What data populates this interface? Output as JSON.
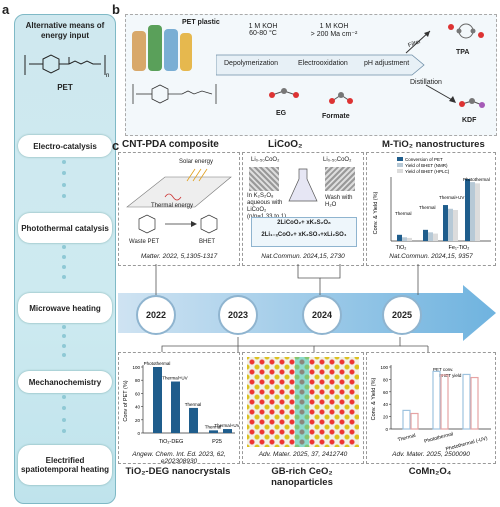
{
  "panel_a": {
    "label": "a",
    "title": "Alternative means of energy input",
    "molecule_label": "PET",
    "items": [
      "Electro-catalysis",
      "Photothermal catalysis",
      "Microwave heating",
      "Mechanochemistry",
      "Electrified spatiotemporal heating"
    ]
  },
  "panel_b": {
    "label": "b",
    "pet_plastic": "PET plastic",
    "cond1_a": "1 M KOH",
    "cond1_b": "60-80 °C",
    "cond2_a": "1 M KOH",
    "cond2_b": "> 200 Ma cm⁻²",
    "step1": "Depolymerization",
    "step2": "Electrooxidation",
    "step3": "pH adjustment",
    "filter": "Filter",
    "distill": "Distillation",
    "eg": "EG",
    "formate": "Formate",
    "tpa": "TPA",
    "kdf": "KDF"
  },
  "panel_c": {
    "label": "c",
    "box1": {
      "title": "CNT-PDA composite",
      "solar": "Solar energy",
      "thermal": "Thermal energy",
      "waste": "Waste PET",
      "bhet": "BHET",
      "citation": "Matter. 2022, 5,1305-1317"
    },
    "box2": {
      "title": "LiCoO₂",
      "left_label": "Li₀.₅₀CoO₂",
      "right_label": "Li₀.₅₀CoO₂",
      "solution": "In K₂S₂O₈ aqueous with LiCoO₂ (n/n=1.33 to 1)",
      "wash": "Wash with H₂O",
      "eq1": "2LiCoO₂+ xK₂S₂O₈",
      "eq2": "2Li₁₋ₓCoO₂+ xK₂SO₄+xLi₂SO₄",
      "citation": "Nat.Commun. 2024,15, 2730"
    },
    "box3": {
      "title": "M-TiO₂ nanostructures",
      "legend": [
        "Conversion of PET",
        "Yield of BHET (NMR)",
        "Yield of BHET (HPLC)"
      ],
      "ylabel": "Conv. & Yield (%)",
      "labels": [
        "Thermal",
        "Thermal",
        "Thermal+UV",
        "Photothermal"
      ],
      "groups": [
        "TiO₂",
        "Fe₁-TiO₂"
      ],
      "citation": "Nat.Commun. 2024,15, 9357"
    },
    "years": [
      "2022",
      "2023",
      "2024",
      "2025"
    ],
    "box4": {
      "ylabel": "Conv of PET (%)",
      "bar_labels": [
        "Photothermal",
        "Thermal+UV",
        "Thermal",
        "Thermal",
        "Thermal+UV"
      ],
      "groups": [
        "TiO₂-DEG",
        "P25"
      ],
      "citation": "Angew. Chem. Int. Ed. 2023, 62, e202308930",
      "caption": "TiO₂-DEG nanocrystals"
    },
    "box5": {
      "citation": "Adv. Mater. 2025, 37, 2412740",
      "caption": "GB-rich CeO₂ nanoparticles"
    },
    "box6": {
      "ylabel": "Conv. & Yield (%)",
      "legend1": "PET conv.",
      "legend2": "BHET yield",
      "groups": [
        "Thermal",
        "Photothermal",
        "Photothermal (-UV)"
      ],
      "citation": "Adv. Mater. 2025, 2500090",
      "caption": "CoMn₂O₄"
    }
  },
  "chart_data": [
    {
      "type": "bar",
      "categories": [
        "Thermal TiO₂",
        "Thermal Fe₁-TiO₂",
        "Thermal+UV Fe₁-TiO₂",
        "Photothermal Fe₁-TiO₂"
      ],
      "series": [
        {
          "name": "Conversion of PET",
          "values": [
            10,
            18,
            58,
            100
          ]
        },
        {
          "name": "Yield of BHET (NMR)",
          "values": [
            6,
            14,
            52,
            95
          ]
        },
        {
          "name": "Yield of BHET (HPLC)",
          "values": [
            5,
            12,
            50,
            93
          ]
        }
      ],
      "ylim": [
        0,
        100
      ]
    },
    {
      "type": "bar",
      "categories": [
        "Photothermal",
        "Thermal+UV",
        "Thermal",
        "Thermal",
        "Thermal+UV"
      ],
      "values": [
        100,
        78,
        38,
        4,
        6
      ],
      "ylim": [
        0,
        100
      ],
      "yticks": [
        0,
        20,
        40,
        60,
        80,
        100
      ]
    },
    {
      "type": "bar",
      "categories": [
        "Thermal",
        "Photothermal",
        "Photothermal (-UV)"
      ],
      "series": [
        {
          "name": "PET conv.",
          "values": [
            30,
            93,
            88
          ]
        },
        {
          "name": "BHET yield",
          "values": [
            25,
            87,
            83
          ]
        }
      ],
      "ylim": [
        0,
        100
      ],
      "yticks": [
        0,
        20,
        40,
        60,
        80,
        100
      ]
    }
  ]
}
